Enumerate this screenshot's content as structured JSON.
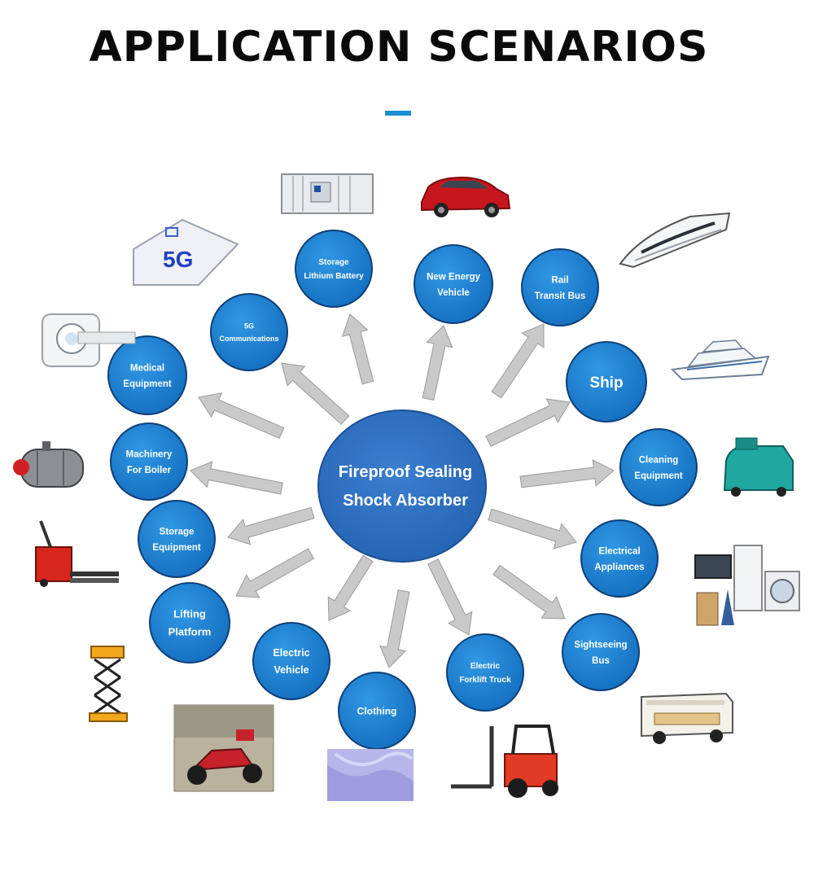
{
  "title": "APPLICATION SCENARIOS",
  "colors": {
    "accent": "#1b8fd6",
    "node_fill": "#1a7fd0",
    "hub_fill": "#2a6fc4",
    "arrow": "#c9c9c9"
  },
  "hub": {
    "lines": [
      "Fireproof Sealing",
      "Shock Absorber"
    ]
  },
  "nodes": [
    {
      "id": "storage-lithium-battery",
      "lines": [
        "Storage",
        "Lithium Battery"
      ],
      "icon": "container-icon"
    },
    {
      "id": "new-energy-vehicle",
      "lines": [
        "New Energy",
        "Vehicle"
      ],
      "icon": "suv-car-icon"
    },
    {
      "id": "rail-transit-bus",
      "lines": [
        "Rail",
        "Transit Bus"
      ],
      "icon": "bullet-train-icon"
    },
    {
      "id": "ship",
      "lines": [
        "Ship"
      ],
      "icon": "cruise-ship-icon"
    },
    {
      "id": "cleaning-equipment",
      "lines": [
        "Cleaning",
        "Equipment"
      ],
      "icon": "floor-scrubber-icon"
    },
    {
      "id": "electrical-appliances",
      "lines": [
        "Electrical",
        "Appliances"
      ],
      "icon": "home-appliances-icon"
    },
    {
      "id": "sightseeing-bus",
      "lines": [
        "Sightseeing",
        "Bus"
      ],
      "icon": "sightseeing-cart-icon"
    },
    {
      "id": "electric-forklift-truck",
      "lines": [
        "Electric",
        "Forklift Truck"
      ],
      "icon": "forklift-icon"
    },
    {
      "id": "clothing",
      "lines": [
        "Clothing"
      ],
      "icon": "fabric-icon"
    },
    {
      "id": "electric-vehicle",
      "lines": [
        "Electric",
        "Vehicle"
      ],
      "icon": "e-scooter-icon"
    },
    {
      "id": "lifting-platform",
      "lines": [
        "Lifting",
        "Platform"
      ],
      "icon": "scissor-lift-icon"
    },
    {
      "id": "storage-equipment",
      "lines": [
        "Storage",
        "Equipment"
      ],
      "icon": "pallet-jack-icon"
    },
    {
      "id": "machinery-for-boiler",
      "lines": [
        "Machinery",
        "For Boiler"
      ],
      "icon": "boiler-icon"
    },
    {
      "id": "medical-equipment",
      "lines": [
        "Medical",
        "Equipment"
      ],
      "icon": "mri-scanner-icon"
    },
    {
      "id": "5g-communications",
      "lines": [
        "5G",
        "Communications"
      ],
      "icon": "5g-chip-icon"
    }
  ],
  "icon_text": {
    "5g": "5G"
  }
}
